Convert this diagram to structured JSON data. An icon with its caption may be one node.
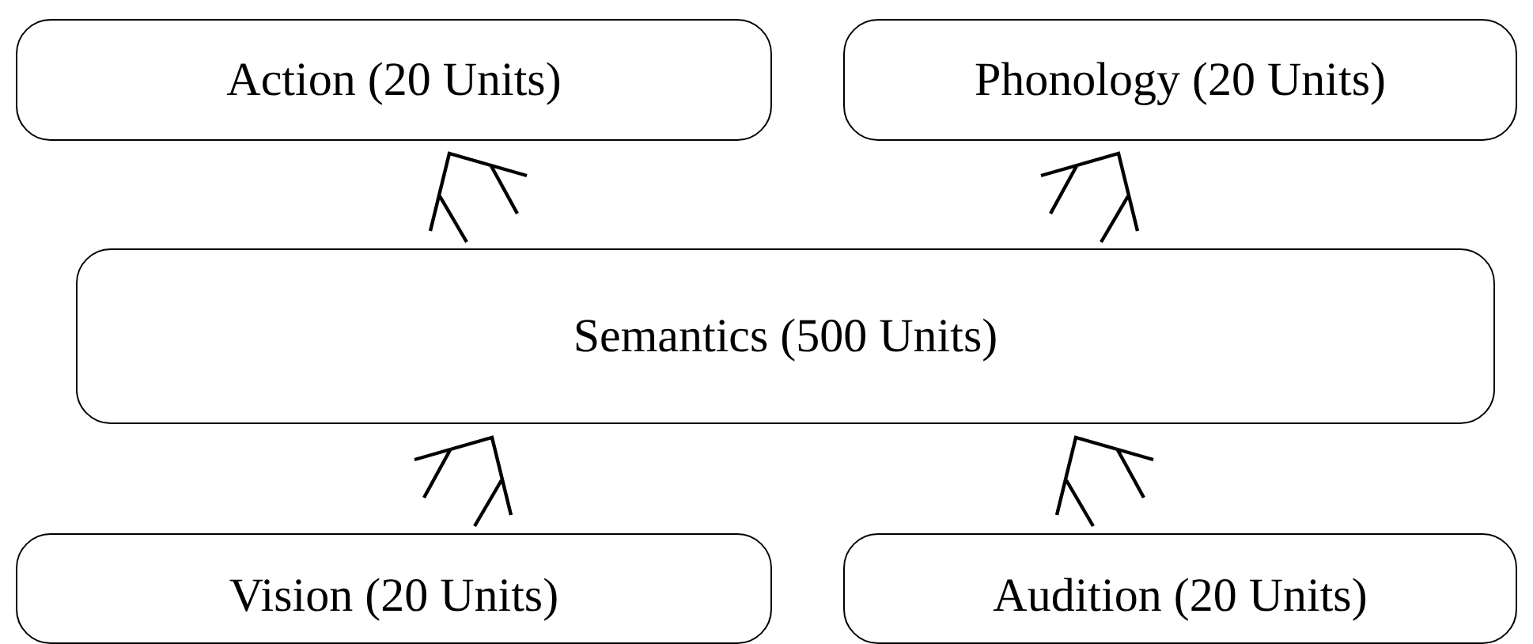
{
  "diagram": {
    "nodes": [
      {
        "text": [
          "Action (20 Units)"
        ]
      },
      {
        "text": [
          "Phonology (20 Units)"
        ]
      },
      {
        "text": [
          "Semantics (500 Units)"
        ]
      },
      {
        "text": [
          "Vision (20 Units)"
        ]
      },
      {
        "text": [
          "Audition (20 Units)"
        ]
      }
    ],
    "edges": [
      {
        "from": 2,
        "to": 0,
        "arrow": "none"
      },
      {
        "from": 2,
        "to": 1,
        "arrow": "none"
      },
      {
        "from": 3,
        "to": 2,
        "arrow": "none"
      },
      {
        "from": 4,
        "to": 2,
        "arrow": "none"
      }
    ]
  }
}
